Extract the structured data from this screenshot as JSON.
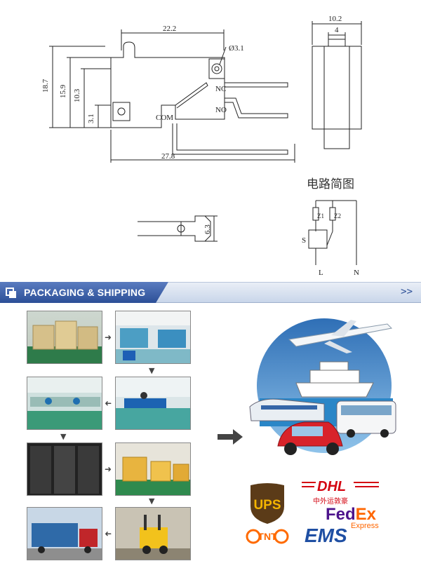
{
  "drawing": {
    "dims": {
      "d22_2": "22.2",
      "d3_1_hole": "Ø3.1",
      "d18_7": "18.7",
      "d15_9": "15.9",
      "d10_3": "10.3",
      "d3_1": "3.1",
      "d27_8": "27.8",
      "d10_2": "10.2",
      "d4": "4",
      "d6_3": "6.3"
    },
    "terminals": {
      "nc": "NC",
      "no": "NO",
      "com": "COM"
    },
    "circuit": {
      "title": "电路简图",
      "z1": "Z1",
      "z2": "Z2",
      "s": "S",
      "l": "L",
      "n": "N"
    }
  },
  "banner": {
    "title": "PACKAGING & SHIPPING",
    "more": ">>"
  },
  "logos": {
    "ups": "UPS",
    "dhl": "DHL",
    "dhl_cn": "中外运敦豪",
    "fedex_fed": "Fed",
    "fedex_ex": "Ex",
    "fedex_express": "Express",
    "tnt": "TNT",
    "ems": "EMS"
  },
  "colors": {
    "banner_blue": "#2c4f97",
    "dhl_red": "#d40511",
    "fedex_purple": "#4d148c",
    "fedex_orange": "#ff6600",
    "ups_brown": "#5b3b18",
    "ups_gold": "#f4b400",
    "ems_blue": "#1f4fa3",
    "tnt_orange": "#ff6a00"
  }
}
